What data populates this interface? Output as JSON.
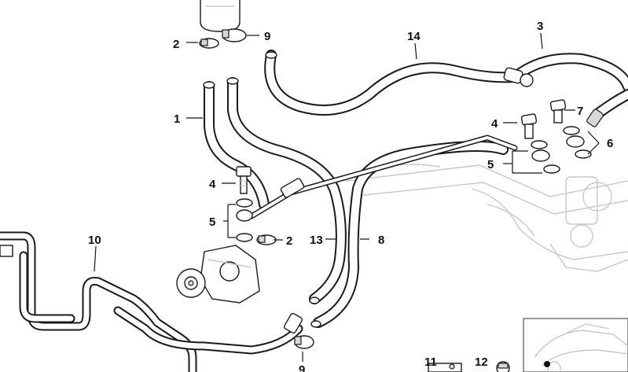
{
  "diagram": {
    "callouts": [
      {
        "id": "c-2-top",
        "label": "2"
      },
      {
        "id": "c-9-top",
        "label": "9"
      },
      {
        "id": "c-14",
        "label": "14"
      },
      {
        "id": "c-3",
        "label": "3"
      },
      {
        "id": "c-1",
        "label": "1"
      },
      {
        "id": "c-7",
        "label": "7"
      },
      {
        "id": "c-4-right",
        "label": "4"
      },
      {
        "id": "c-6",
        "label": "6"
      },
      {
        "id": "c-5-right",
        "label": "5"
      },
      {
        "id": "c-4-left",
        "label": "4"
      },
      {
        "id": "c-5-left",
        "label": "5"
      },
      {
        "id": "c-2-mid",
        "label": "2"
      },
      {
        "id": "c-13",
        "label": "13"
      },
      {
        "id": "c-8",
        "label": "8"
      },
      {
        "id": "c-10",
        "label": "10"
      },
      {
        "id": "c-9-bottom",
        "label": "9"
      },
      {
        "id": "c-11",
        "label": "11"
      },
      {
        "id": "c-12",
        "label": "12"
      }
    ]
  }
}
